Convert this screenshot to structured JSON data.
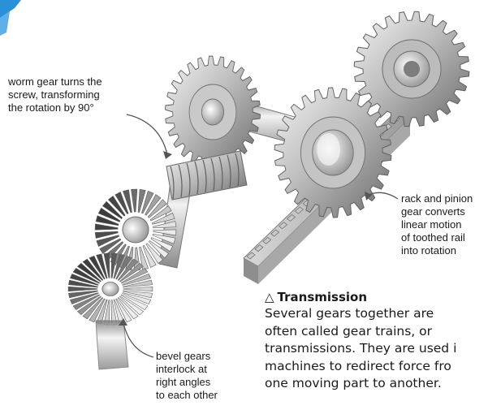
{
  "labels": {
    "worm_gear": [
      "worm gear turns the",
      "screw, transforming",
      "the rotation by 90°"
    ],
    "rack_pinion": [
      "rack and pinion",
      "gear converts",
      "linear motion",
      "of toothed rail",
      "into rotation"
    ],
    "bevel_gears": [
      "bevel gears",
      "interlock at",
      "right angles",
      "to each other"
    ]
  },
  "caption": {
    "symbol": "△",
    "title": "Transmission",
    "body": [
      "Several gears together are",
      "often called gear trains, or",
      "transmissions. They are used i",
      "machines to redirect force fro",
      "one moving part to another."
    ]
  },
  "colors": {
    "metal_light": "#eeeeee",
    "metal_mid": "#b8b8b8",
    "metal_dark": "#6e6e6e",
    "accent_corner": "#2a90d8",
    "leader": "#555555"
  }
}
